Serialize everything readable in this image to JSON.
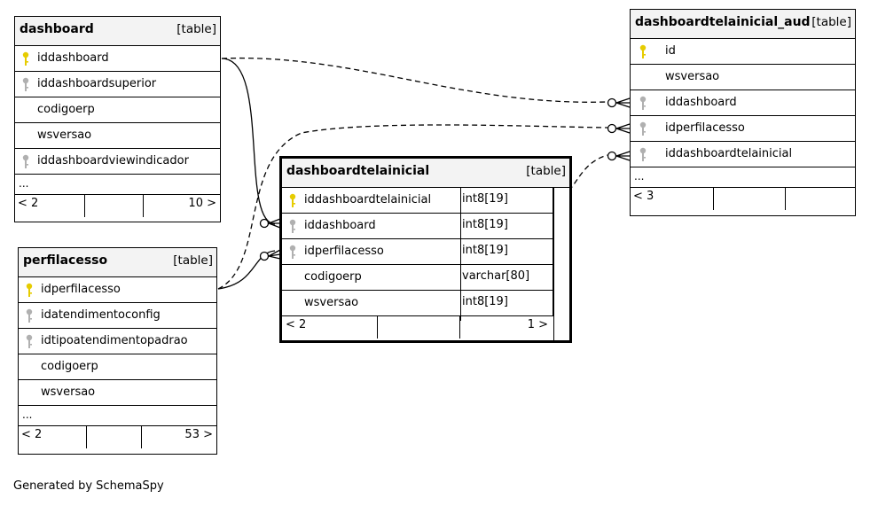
{
  "footer_text": "Generated by SchemaSpy",
  "tables": {
    "dashboard": {
      "name": "dashboard",
      "type": "[table]",
      "columns": [
        {
          "name": "iddashboard",
          "key": "primary"
        },
        {
          "name": "iddashboardsuperior",
          "key": "foreign"
        },
        {
          "name": "codigoerp",
          "key": "none"
        },
        {
          "name": "wsversao",
          "key": "none"
        },
        {
          "name": "iddashboardviewindicador",
          "key": "foreign"
        }
      ],
      "more": "...",
      "parents": "< 2",
      "children": "10 >"
    },
    "perfilacesso": {
      "name": "perfilacesso",
      "type": "[table]",
      "columns": [
        {
          "name": "idperfilacesso",
          "key": "primary"
        },
        {
          "name": "idatendimentoconfig",
          "key": "foreign"
        },
        {
          "name": "idtipoatendimentopadrao",
          "key": "foreign"
        },
        {
          "name": "codigoerp",
          "key": "none"
        },
        {
          "name": "wsversao",
          "key": "none"
        }
      ],
      "more": "...",
      "parents": "< 2",
      "children": "53 >"
    },
    "dashboardtelainicial": {
      "name": "dashboardtelainicial",
      "type": "[table]",
      "columns": [
        {
          "name": "iddashboardtelainicial",
          "key": "primary",
          "type": "int8[19]"
        },
        {
          "name": "iddashboard",
          "key": "foreign",
          "type": "int8[19]"
        },
        {
          "name": "idperfilacesso",
          "key": "foreign",
          "type": "int8[19]"
        },
        {
          "name": "codigoerp",
          "key": "none",
          "type": "varchar[80]"
        },
        {
          "name": "wsversao",
          "key": "none",
          "type": "int8[19]"
        }
      ],
      "parents": "< 2",
      "children": "1 >"
    },
    "dashboardtelainicial_aud": {
      "name": "dashboardtelainicial_aud",
      "type": "[table]",
      "columns": [
        {
          "name": "id",
          "key": "primary"
        },
        {
          "name": "wsversao",
          "key": "none"
        },
        {
          "name": "iddashboard",
          "key": "foreign"
        },
        {
          "name": "idperfilacesso",
          "key": "foreign"
        },
        {
          "name": "iddashboardtelainicial",
          "key": "foreign"
        }
      ],
      "more": "...",
      "parents": "< 3",
      "children": ""
    }
  },
  "colors": {
    "primary_key": "#e6cc00",
    "foreign_key": "#b0b0b0",
    "header_bg": "#f3f3f3"
  }
}
